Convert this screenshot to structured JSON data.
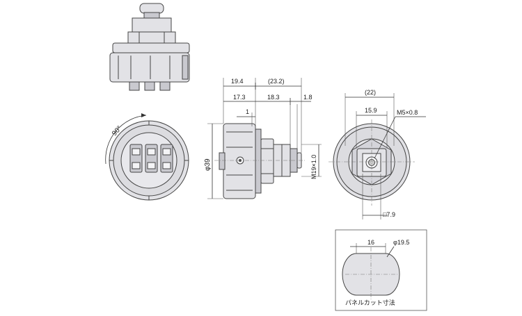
{
  "dimensions": {
    "side": {
      "overall_right": "(23.2)",
      "head_width": "19.4",
      "body_width": "17.3",
      "mid_width": "18.3",
      "tip_width": "1.8",
      "step": "1",
      "diameter": "φ39",
      "thread": "M19×1.0"
    },
    "front": {
      "rotation_angle": "90°"
    },
    "rear": {
      "overall_width": "(22)",
      "inner_width": "15.9",
      "screw": "M5×0.8",
      "square_shaft": "□7.9"
    },
    "panel_cutout": {
      "width": "16",
      "diameter": "φ19.5",
      "caption": "パネルカット寸法"
    }
  },
  "colors": {
    "part_fill": "#e2e2e6",
    "part_shade": "#c9c9cf",
    "line": "#444444"
  }
}
